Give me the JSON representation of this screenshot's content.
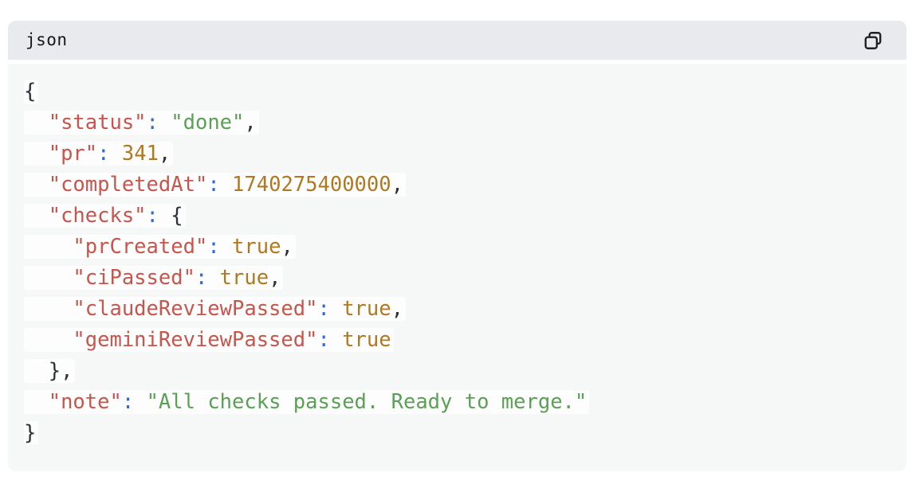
{
  "code_block": {
    "language_label": "json",
    "copy_icon": "copy-icon",
    "lines": [
      {
        "tokens": [
          {
            "t": "{",
            "c": "punct"
          }
        ]
      },
      {
        "tokens": [
          {
            "t": "  ",
            "c": "ws"
          },
          {
            "t": "\"status\"",
            "c": "key"
          },
          {
            "t": ":",
            "c": "colon"
          },
          {
            "t": " ",
            "c": "ws"
          },
          {
            "t": "\"done\"",
            "c": "str"
          },
          {
            "t": ",",
            "c": "punct"
          }
        ]
      },
      {
        "tokens": [
          {
            "t": "  ",
            "c": "ws"
          },
          {
            "t": "\"pr\"",
            "c": "key"
          },
          {
            "t": ":",
            "c": "colon"
          },
          {
            "t": " ",
            "c": "ws"
          },
          {
            "t": "341",
            "c": "num"
          },
          {
            "t": ",",
            "c": "punct"
          }
        ]
      },
      {
        "tokens": [
          {
            "t": "  ",
            "c": "ws"
          },
          {
            "t": "\"completedAt\"",
            "c": "key"
          },
          {
            "t": ":",
            "c": "colon"
          },
          {
            "t": " ",
            "c": "ws"
          },
          {
            "t": "1740275400000",
            "c": "num"
          },
          {
            "t": ",",
            "c": "punct"
          }
        ]
      },
      {
        "tokens": [
          {
            "t": "  ",
            "c": "ws"
          },
          {
            "t": "\"checks\"",
            "c": "key"
          },
          {
            "t": ":",
            "c": "colon"
          },
          {
            "t": " ",
            "c": "ws"
          },
          {
            "t": "{",
            "c": "punct"
          }
        ]
      },
      {
        "tokens": [
          {
            "t": "    ",
            "c": "ws"
          },
          {
            "t": "\"prCreated\"",
            "c": "key"
          },
          {
            "t": ":",
            "c": "colon"
          },
          {
            "t": " ",
            "c": "ws"
          },
          {
            "t": "true",
            "c": "bool"
          },
          {
            "t": ",",
            "c": "punct"
          }
        ]
      },
      {
        "tokens": [
          {
            "t": "    ",
            "c": "ws"
          },
          {
            "t": "\"ciPassed\"",
            "c": "key"
          },
          {
            "t": ":",
            "c": "colon"
          },
          {
            "t": " ",
            "c": "ws"
          },
          {
            "t": "true",
            "c": "bool"
          },
          {
            "t": ",",
            "c": "punct"
          }
        ]
      },
      {
        "tokens": [
          {
            "t": "    ",
            "c": "ws"
          },
          {
            "t": "\"claudeReviewPassed\"",
            "c": "key"
          },
          {
            "t": ":",
            "c": "colon"
          },
          {
            "t": " ",
            "c": "ws"
          },
          {
            "t": "true",
            "c": "bool"
          },
          {
            "t": ",",
            "c": "punct"
          }
        ]
      },
      {
        "tokens": [
          {
            "t": "    ",
            "c": "ws"
          },
          {
            "t": "\"geminiReviewPassed\"",
            "c": "key"
          },
          {
            "t": ":",
            "c": "colon"
          },
          {
            "t": " ",
            "c": "ws"
          },
          {
            "t": "true",
            "c": "bool"
          }
        ]
      },
      {
        "tokens": [
          {
            "t": "  ",
            "c": "ws"
          },
          {
            "t": "},",
            "c": "punct"
          }
        ]
      },
      {
        "tokens": [
          {
            "t": "  ",
            "c": "ws"
          },
          {
            "t": "\"note\"",
            "c": "key"
          },
          {
            "t": ":",
            "c": "colon"
          },
          {
            "t": " ",
            "c": "ws"
          },
          {
            "t": "\"All checks passed. Ready to merge.\"",
            "c": "str"
          }
        ]
      },
      {
        "tokens": [
          {
            "t": "}",
            "c": "punct"
          }
        ]
      }
    ]
  },
  "colors": {
    "header-bg": "#e8eaed",
    "header-text": "#15181d",
    "icon-color": "#1d2126",
    "body-bg": "#f6f7f7",
    "line-highlight": "rgba(255,255,255,0.72)",
    "key-color": "#c8554b",
    "string-color": "#5aa055",
    "number-color": "#b1791f",
    "boolean-color": "#b1791f",
    "colon-color": "#3269d2",
    "punct-color": "#2d3138"
  }
}
